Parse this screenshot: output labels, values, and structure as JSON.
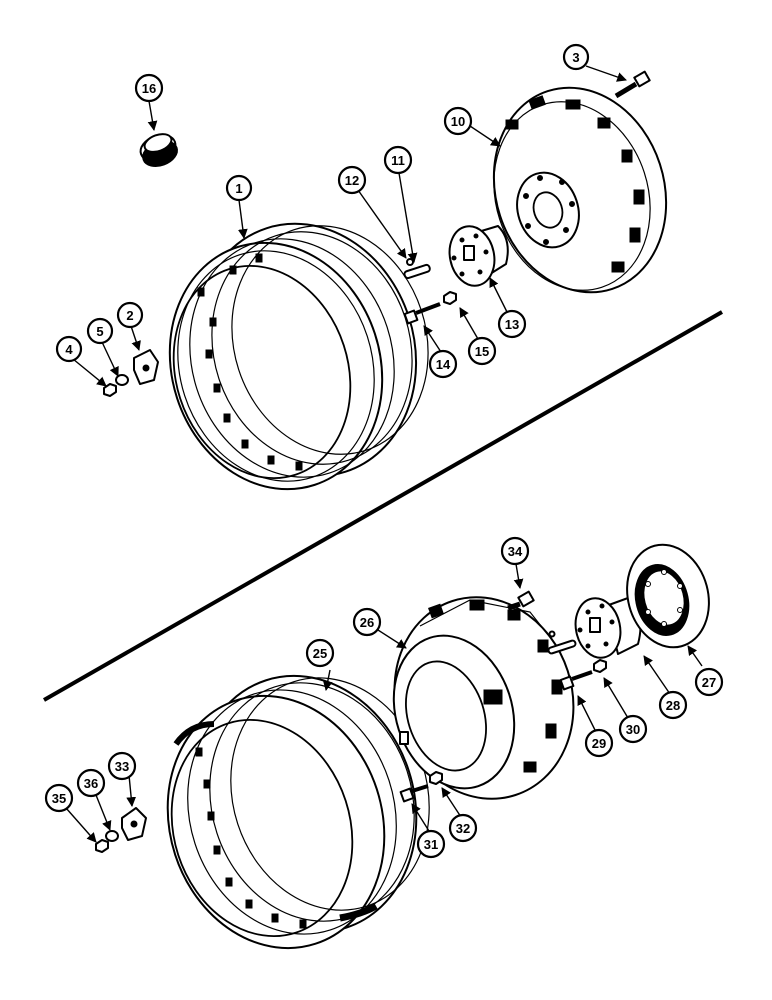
{
  "callouts": {
    "c1": "1",
    "c2": "2",
    "c3": "3",
    "c4": "4",
    "c5": "5",
    "c10": "10",
    "c11": "11",
    "c12": "12",
    "c13": "13",
    "c14": "14",
    "c15": "15",
    "c16": "16",
    "c25": "25",
    "c26": "26",
    "c27": "27",
    "c28": "28",
    "c29": "29",
    "c30": "30",
    "c31": "31",
    "c32": "32",
    "c33": "33",
    "c34": "34",
    "c35": "35",
    "c36": "36"
  }
}
